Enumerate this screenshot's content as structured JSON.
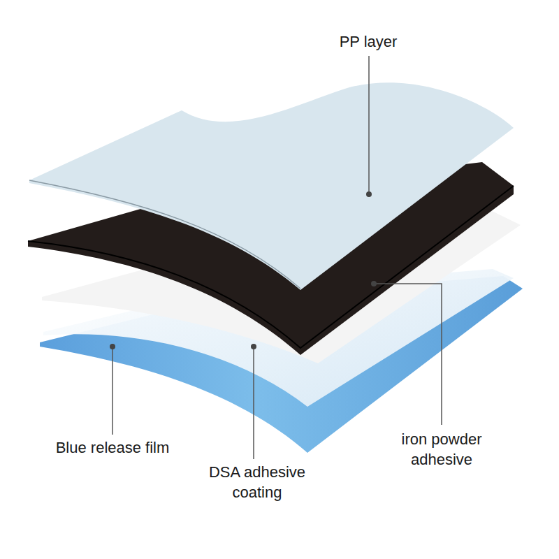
{
  "diagram": {
    "labels": [
      "PP layer",
      "iron powder adhesive",
      "Blue release film",
      "DSA adhesive coating"
    ]
  }
}
